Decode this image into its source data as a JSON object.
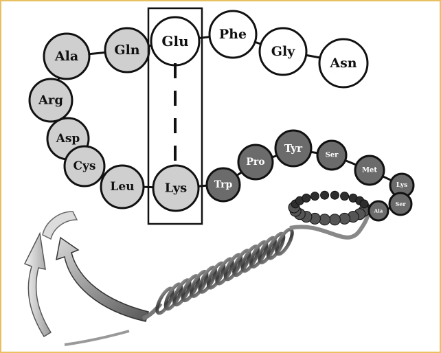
{
  "colors": {
    "frame_border": "#e8c060",
    "outline": "#111111",
    "light_fill": "#ffffff",
    "mid_fill": "#cfcfcf",
    "dark_fill": "#6b6b6b",
    "darker_fill": "#444444",
    "dark_text": "#111111",
    "light_text": "#ffffff"
  },
  "residues": [
    {
      "id": "glu",
      "label": "Glu",
      "shade": "light_fill",
      "text": "dark_text"
    },
    {
      "id": "phe",
      "label": "Phe",
      "shade": "light_fill",
      "text": "dark_text"
    },
    {
      "id": "gly",
      "label": "Gly",
      "shade": "light_fill",
      "text": "dark_text"
    },
    {
      "id": "asn",
      "label": "Asn",
      "shade": "light_fill",
      "text": "dark_text"
    },
    {
      "id": "gln",
      "label": "Gln",
      "shade": "mid_fill",
      "text": "dark_text"
    },
    {
      "id": "ala",
      "label": "Ala",
      "shade": "mid_fill",
      "text": "dark_text"
    },
    {
      "id": "arg",
      "label": "Arg",
      "shade": "mid_fill",
      "text": "dark_text"
    },
    {
      "id": "asp",
      "label": "Asp",
      "shade": "mid_fill",
      "text": "dark_text"
    },
    {
      "id": "cys",
      "label": "Cys",
      "shade": "mid_fill",
      "text": "dark_text"
    },
    {
      "id": "leu",
      "label": "Leu",
      "shade": "mid_fill",
      "text": "dark_text"
    },
    {
      "id": "lys1",
      "label": "Lys",
      "shade": "mid_fill",
      "text": "dark_text"
    },
    {
      "id": "trp",
      "label": "Trp",
      "shade": "dark_fill",
      "text": "light_text"
    },
    {
      "id": "pro",
      "label": "Pro",
      "shade": "dark_fill",
      "text": "light_text"
    },
    {
      "id": "tyr",
      "label": "Tyr",
      "shade": "dark_fill",
      "text": "light_text"
    },
    {
      "id": "ser1",
      "label": "Ser",
      "shade": "dark_fill",
      "text": "light_text"
    },
    {
      "id": "met",
      "label": "Met",
      "shade": "dark_fill",
      "text": "light_text"
    },
    {
      "id": "lys2",
      "label": "Lys",
      "shade": "dark_fill",
      "text": "light_text"
    },
    {
      "id": "ser2",
      "label": "Ser",
      "shade": "dark_fill",
      "text": "light_text"
    },
    {
      "id": "ala2",
      "label": "Ala",
      "shade": "dark_fill",
      "text": "light_text"
    }
  ]
}
